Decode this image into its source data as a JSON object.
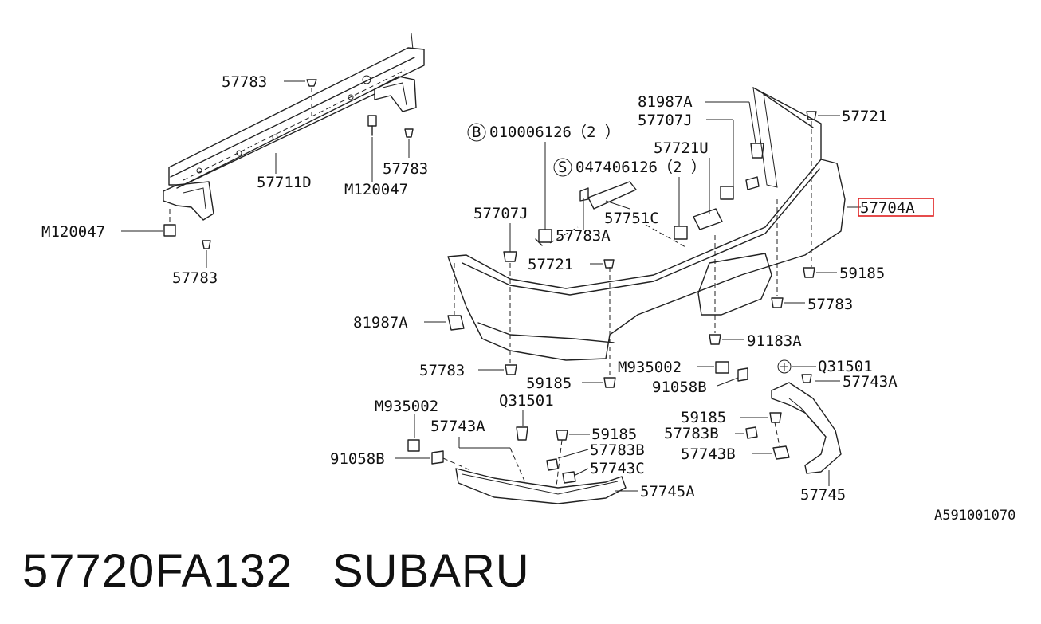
{
  "diagram_code": "A591001070",
  "footer": {
    "part_number": "57720FA132",
    "brand": "SUBARU"
  },
  "highlight": {
    "part": "57704A",
    "color": "#e02020"
  },
  "labels": {
    "l57783_a": "57783",
    "l57783_b": "57783",
    "l57711d": "57711D",
    "lm120047_a": "M120047",
    "lm120047_b": "M120047",
    "l57783_c": "57783",
    "l010006126": "010006126（2 ）",
    "lcircle_b": "B",
    "l047406126": "047406126（2 ）",
    "lcircle_s": "S",
    "l57707j_a": "57707J",
    "l57783a": "57783A",
    "l57751c": "57751C",
    "l57721u": "57721U",
    "l81987a_a": "81987A",
    "l57707j_b": "57707J",
    "l57721_a": "57721",
    "l57704a": "57704A",
    "l57721_b": "57721",
    "l59185_a": "59185",
    "l57783_d": "57783",
    "l81987a_b": "81987A",
    "l91183a": "91183A",
    "l57783_e": "57783",
    "l59185_b": "59185",
    "lm935002_a": "M935002",
    "l91058b_a": "91058B",
    "lq31501_a": "Q31501",
    "l57743a_a": "57743A",
    "lm935002_b": "M935002",
    "lq31501_b": "Q31501",
    "l57743a_b": "57743A",
    "l59185_c": "59185",
    "l57783b_a": "57783B",
    "l91058b_b": "91058B",
    "l57743c": "57743C",
    "l57745a": "57745A",
    "l59185_d": "59185",
    "l57783b_b": "57783B",
    "l57743b": "57743B",
    "l57745": "57745"
  }
}
